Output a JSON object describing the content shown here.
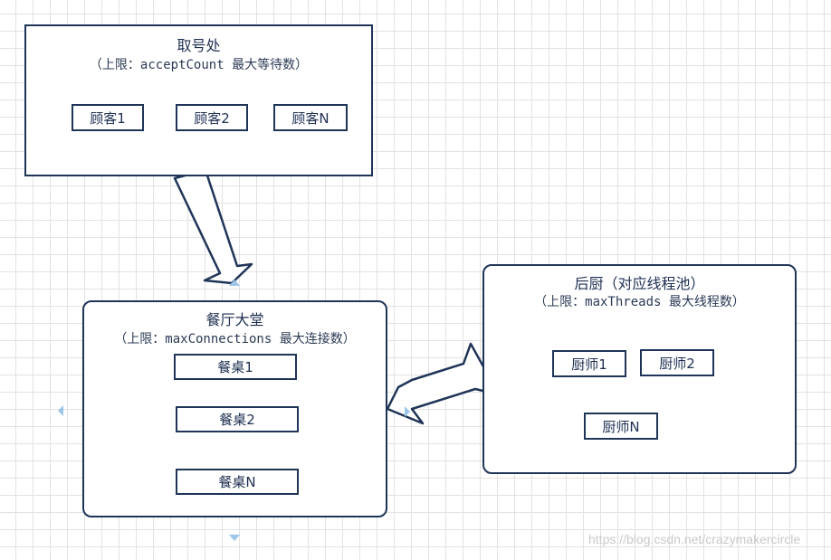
{
  "ticket_area": {
    "title": "取号处",
    "subtitle": "（上限：acceptCount 最大等待数）",
    "items": [
      "顾客1",
      "顾客2",
      "顾客N"
    ]
  },
  "dining_hall": {
    "title": "餐厅大堂",
    "subtitle": "（上限：maxConnections 最大连接数）",
    "items": [
      "餐桌1",
      "餐桌2",
      "餐桌N"
    ]
  },
  "kitchen": {
    "title": "后厨（对应线程池）",
    "subtitle": "（上限：maxThreads 最大线程数）",
    "items": [
      "厨师1",
      "厨师2",
      "厨师N"
    ]
  },
  "watermark": "https://blog.csdn.net/crazymakercircle",
  "colors": {
    "stroke": "#1f3558",
    "grid": "#e2e2e2",
    "hint": "#9cc6e8"
  }
}
